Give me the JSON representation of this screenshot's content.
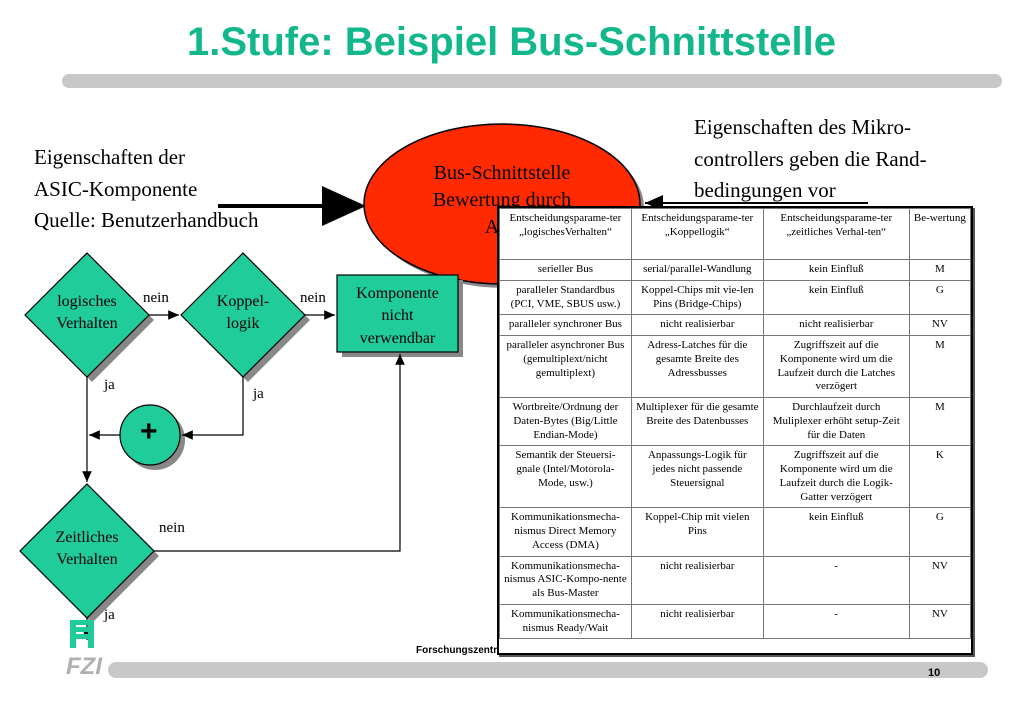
{
  "title": "1.Stufe: Beispiel Bus-Schnittstelle",
  "left_text": [
    "Eigenschaften der",
    "ASIC-Komponente",
    "Quelle: Benutzerhandbuch"
  ],
  "right_text": [
    "Eigenschaften des Mikro-",
    "controllers geben die Rand-",
    "bedingungen vor"
  ],
  "ellipse": {
    "line1": "Bus-Schnittstelle",
    "line2": "Bewertung durch",
    "line3": "Abg"
  },
  "nodes": {
    "logisch": [
      "logisches",
      "Verhalten"
    ],
    "koppel": [
      "Koppel-",
      "logik"
    ],
    "komponente": [
      "Komponente",
      "nicht",
      "verwendbar"
    ],
    "plus": "+",
    "zeitlich": [
      "Zeitliches",
      "Verhalten"
    ]
  },
  "edges": {
    "nein1": "nein",
    "nein2": "nein",
    "ja1": "ja",
    "ja2": "ja",
    "nein3": "nein",
    "ja3": "ja"
  },
  "table": {
    "headers": [
      "Entscheidungsparame-ter „logischesVerhalten“",
      "Entscheidungsparame-ter „Koppellogik“",
      "Entscheidungsparame-ter „zeitliches Verhal-ten“",
      "Be-wertung"
    ],
    "rows": [
      [
        "serieller Bus",
        "serial/parallel-Wandlung",
        "kein Einfluß",
        "M"
      ],
      [
        "paralleler Standardbus (PCI, VME, SBUS usw.)",
        "Koppel-Chips mit vie-len Pins (Bridge-Chips)",
        "kein Einfluß",
        "G"
      ],
      [
        "paralleler synchroner Bus",
        "nicht realisierbar",
        "nicht realisierbar",
        "NV"
      ],
      [
        "paralleler asynchroner Bus (gemultiplext/nicht gemultiplext)",
        "Adress-Latches für die gesamte Breite des Adressbusses",
        "Zugriffszeit auf die Komponente wird um die Laufzeit durch die Latches verzögert",
        "M"
      ],
      [
        "Wortbreite/Ordnung der Daten-Bytes (Big/Little Endian-Mode)",
        "Multiplexer für die gesamte Breite des Datenbusses",
        "Durchlaufzeit durch Muliplexer erhöht setup-Zeit für die Daten",
        "M"
      ],
      [
        "Semantik der Steuersi-gnale (Intel/Motorola-Mode, usw.)",
        "Anpassungs-Logik für jedes nicht passende Steuersignal",
        "Zugriffszeit auf die Komponente wird um die Laufzeit durch die Logik-Gatter verzögert",
        "K"
      ],
      [
        "Kommunikationsmecha-nismus Direct Memory Access (DMA)",
        "Koppel-Chip mit vielen Pins",
        "kein Einfluß",
        "G"
      ],
      [
        "Kommunikationsmecha-nismus ASIC-Kompo-nente als Bus-Master",
        "nicht realisierbar",
        "-",
        "NV"
      ],
      [
        "Kommunikationsmecha-nismus Ready/Wait",
        "nicht realisierbar",
        "-",
        "NV"
      ]
    ]
  },
  "footer": "Forschungszentrum Informatik, Karlsruhe",
  "page_number": "10",
  "logo_text": "FZI",
  "colors": {
    "title": "#12b88c",
    "node_fill": "#1fcc9a",
    "ellipse_fill": "#ff2a00",
    "shadow": "#888888"
  }
}
